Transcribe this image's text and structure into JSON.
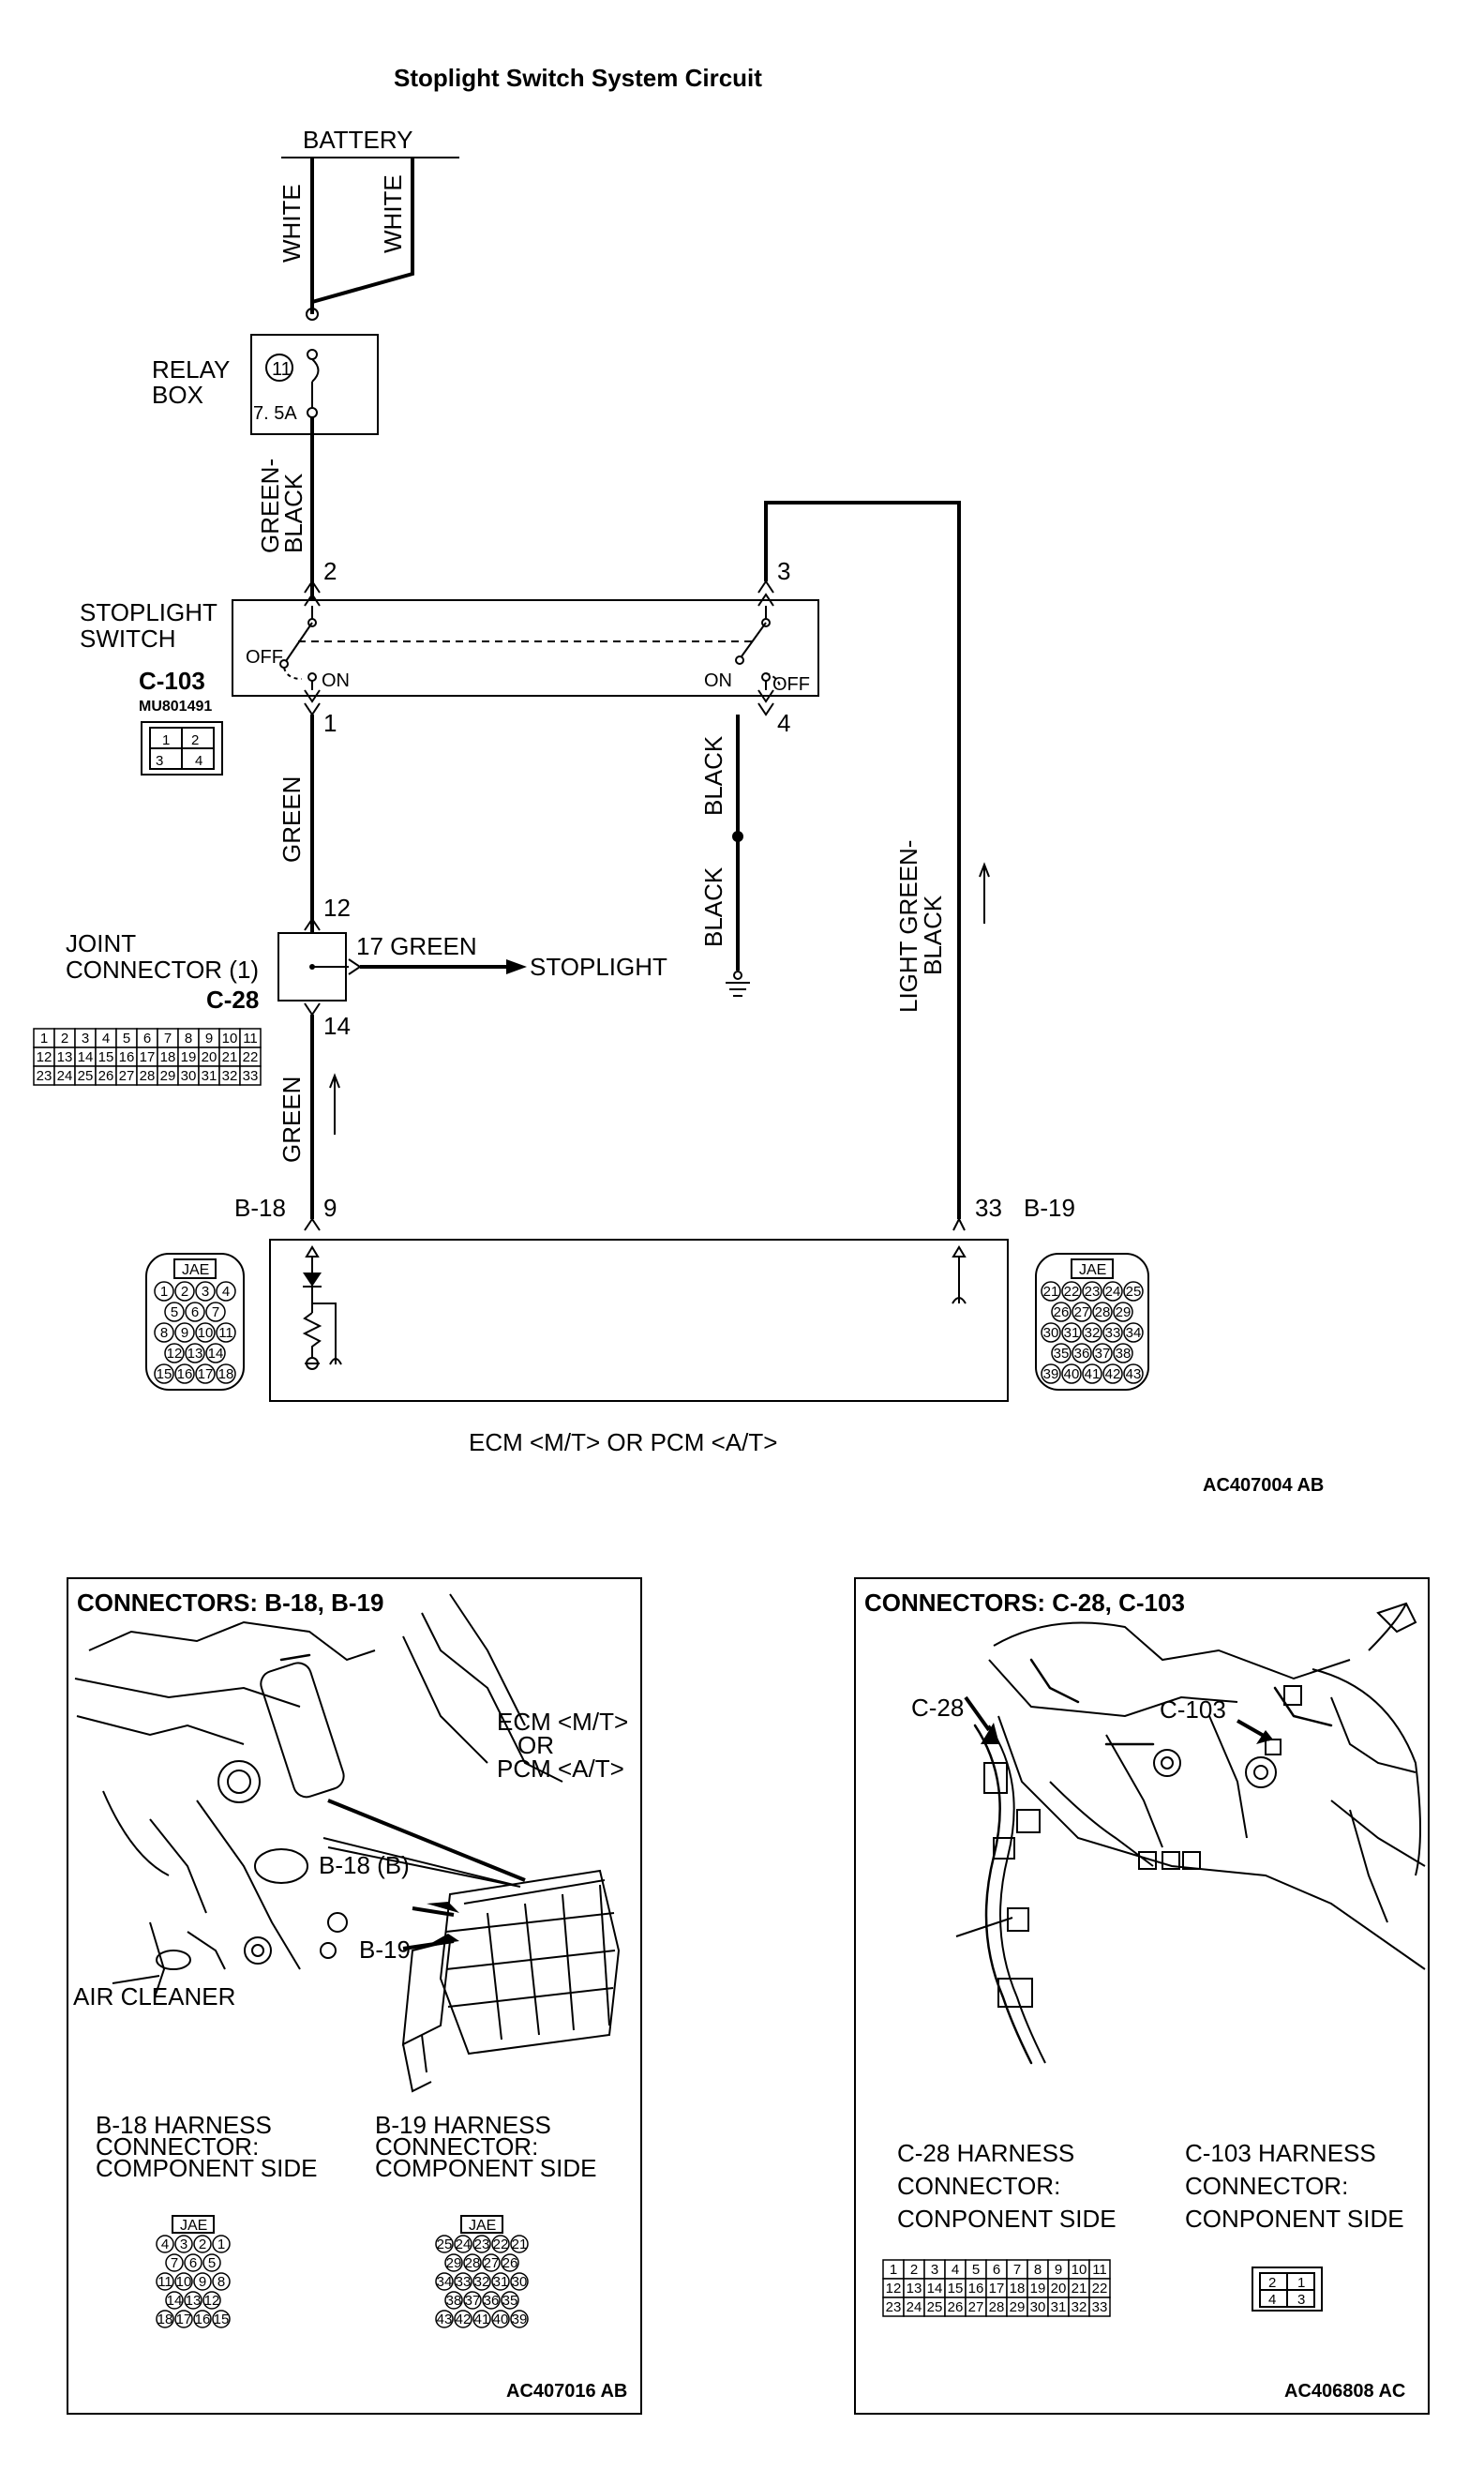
{
  "title": "Stoplight Switch System Circuit",
  "circuit": {
    "battery": "BATTERY",
    "battery_wire_1": "WHITE",
    "battery_wire_2": "WHITE",
    "relay_box_line1": "RELAY",
    "relay_box_line2": "BOX",
    "fuse_number": "11",
    "fuse_rating": "7. 5A",
    "wire_green_black_1": "GREEN-",
    "wire_green_black_2": "BLACK",
    "switch_name_1": "STOPLIGHT",
    "switch_name_2": "SWITCH",
    "switch_connector": "C-103",
    "switch_part_no": "MU801491",
    "switch_pins": [
      "1",
      "2",
      "3",
      "4"
    ],
    "pin_2": "2",
    "pin_3": "3",
    "pin_1": "1",
    "pin_4": "4",
    "off_left": "OFF",
    "on_left": "ON",
    "on_right": "ON",
    "off_right": "OFF",
    "wire_green_1": "GREEN",
    "wire_black_1": "BLACK",
    "wire_black_2": "BLACK",
    "wire_light_green_black_1": "LIGHT GREEN-",
    "wire_light_green_black_2": "BLACK",
    "joint_connector_1": "JOINT",
    "joint_connector_2": "CONNECTOR (1)",
    "joint_connector_id": "C-28",
    "pin_12": "12",
    "pin_14": "14",
    "pin_17_label": "17 GREEN",
    "stoplight": "STOPLIGHT",
    "wire_green_2": "GREEN",
    "conn_b18": "B-18",
    "pin_9": "9",
    "pin_33": "33",
    "conn_b19": "B-19",
    "ecm_label": "ECM <M/T> OR PCM <A/T>",
    "code": "AC407004 AB",
    "jae": "JAE",
    "c28_rows": [
      [
        "1",
        "2",
        "3",
        "4",
        "5",
        "6",
        "7",
        "8",
        "9",
        "10",
        "11"
      ],
      [
        "12",
        "13",
        "14",
        "15",
        "16",
        "17",
        "18",
        "19",
        "20",
        "21",
        "22"
      ],
      [
        "23",
        "24",
        "25",
        "26",
        "27",
        "28",
        "29",
        "30",
        "31",
        "32",
        "33"
      ]
    ],
    "b18_rows": [
      [
        "1",
        "2",
        "3",
        "4"
      ],
      [
        "5",
        "6",
        "7"
      ],
      [
        "8",
        "9",
        "10",
        "11"
      ],
      [
        "12",
        "13",
        "14"
      ],
      [
        "15",
        "16",
        "17",
        "18"
      ]
    ],
    "b19_rows": [
      [
        "21",
        "22",
        "23",
        "24",
        "25"
      ],
      [
        "26",
        "27",
        "28",
        "29"
      ],
      [
        "30",
        "31",
        "32",
        "33",
        "34"
      ],
      [
        "35",
        "36",
        "37",
        "38"
      ],
      [
        "39",
        "40",
        "41",
        "42",
        "43"
      ]
    ]
  },
  "panel_left": {
    "title": "CONNECTORS: B-18, B-19",
    "ecm_1": "ECM <M/T>",
    "ecm_2": "OR",
    "ecm_3": "PCM <A/T>",
    "b18_callout": "B-18 (B)",
    "b19_callout": "B-19",
    "air_cleaner": "AIR CLEANER",
    "b18_caption_1": "B-18 HARNESS",
    "b18_caption_2": "CONNECTOR:",
    "b18_caption_3": "COMPONENT SIDE",
    "b19_caption_1": "B-19 HARNESS",
    "b19_caption_2": "CONNECTOR:",
    "b19_caption_3": "COMPONENT SIDE",
    "jae": "JAE",
    "b18_rows": [
      [
        "4",
        "3",
        "2",
        "1"
      ],
      [
        "7",
        "6",
        "5"
      ],
      [
        "11",
        "10",
        "9",
        "8"
      ],
      [
        "14",
        "13",
        "12"
      ],
      [
        "18",
        "17",
        "16",
        "15"
      ]
    ],
    "b19_rows": [
      [
        "25",
        "24",
        "23",
        "22",
        "21"
      ],
      [
        "29",
        "28",
        "27",
        "26"
      ],
      [
        "34",
        "33",
        "32",
        "31",
        "30"
      ],
      [
        "38",
        "37",
        "36",
        "35"
      ],
      [
        "43",
        "42",
        "41",
        "40",
        "39"
      ]
    ],
    "code": "AC407016 AB"
  },
  "panel_right": {
    "title": "CONNECTORS: C-28, C-103",
    "c28_callout": "C-28",
    "c103_callout": "C-103",
    "c28_caption_1": "C-28 HARNESS",
    "c28_caption_2": "CONNECTOR:",
    "c28_caption_3": "CONPONENT SIDE",
    "c103_caption_1": "C-103 HARNESS",
    "c103_caption_2": "CONNECTOR:",
    "c103_caption_3": "CONPONENT SIDE",
    "c28_rows": [
      [
        "1",
        "2",
        "3",
        "4",
        "5",
        "6",
        "7",
        "8",
        "9",
        "10",
        "11"
      ],
      [
        "12",
        "13",
        "14",
        "15",
        "16",
        "17",
        "18",
        "19",
        "20",
        "21",
        "22"
      ],
      [
        "23",
        "24",
        "25",
        "26",
        "27",
        "28",
        "29",
        "30",
        "31",
        "32",
        "33"
      ]
    ],
    "c103_pins": [
      "2",
      "1",
      "4",
      "3"
    ],
    "code": "AC406808 AC"
  }
}
